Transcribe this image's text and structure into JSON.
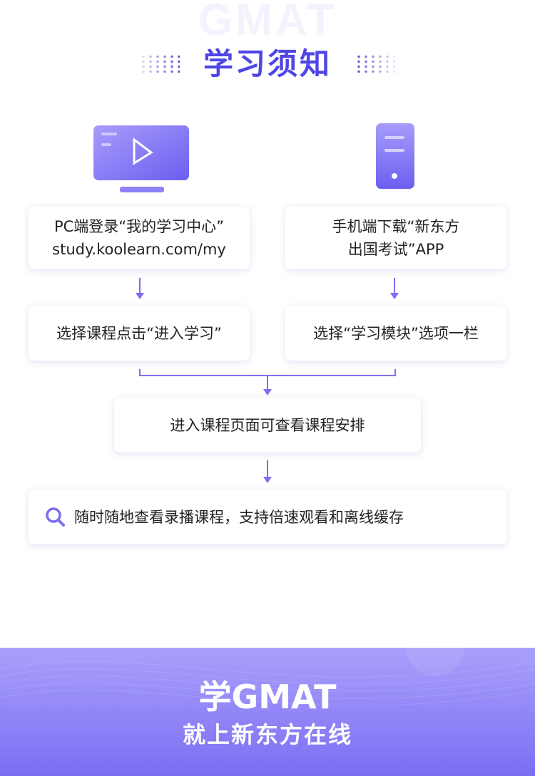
{
  "header": {
    "watermark": "GMAT",
    "title": "学习须知"
  },
  "pc": {
    "line1": "PC端登录“我的学习中心”",
    "line2": "study.koolearn.com/my",
    "step2": "选择课程点击“进入学习”"
  },
  "mobile": {
    "line1": "手机端下载“新东方",
    "line2": "出国考试”APP",
    "step2": "选择“学习模块”选项一栏"
  },
  "merge_step": "进入课程页面可查看课程安排",
  "final_step": "随时随地查看录播课程，支持倍速观看和离线缓存",
  "footer": {
    "line1": "学GMAT",
    "line2": "就上新东方在线"
  },
  "colors": {
    "accent": "#4f46e5",
    "arrow": "#7b6ef0"
  }
}
